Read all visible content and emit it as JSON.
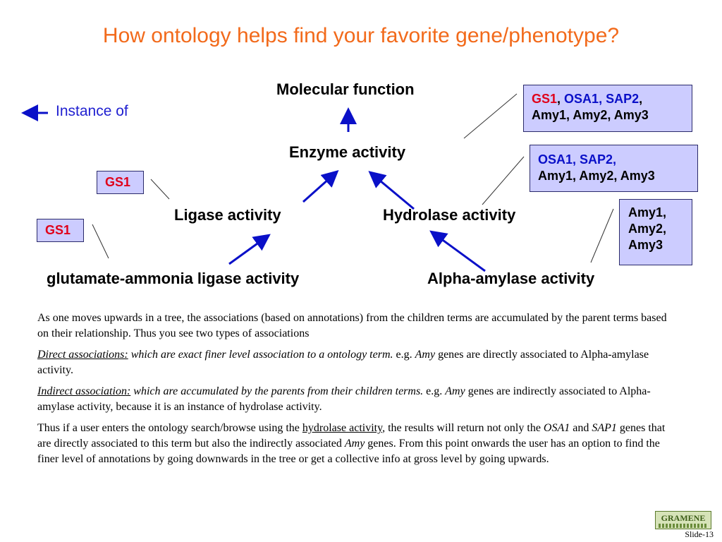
{
  "title": "How ontology helps find your favorite gene/phenotype?",
  "legend": {
    "label": "Instance  of"
  },
  "terms": {
    "molecular_function": "Molecular function",
    "enzyme_activity": "Enzyme activity",
    "ligase_activity": "Ligase activity",
    "hydrolase_activity": "Hydrolase activity",
    "glutamate_ammonia_ligase_activity": "glutamate-ammonia ligase activity",
    "alpha_amylase_activity": "Alpha-amylase activity"
  },
  "gene_boxes": {
    "molecular_function": {
      "red": "GS1",
      "sep": ", ",
      "blue": "OSA1, SAP2",
      "sep2": ",",
      "black": "Amy1, Amy2, Amy3"
    },
    "hydrolase": {
      "blue": "OSA1, SAP2,",
      "black": "Amy1, Amy2, Amy3"
    },
    "alpha_amylase": {
      "line1": "Amy1,",
      "line2": "Amy2,",
      "line3": "Amy3"
    },
    "ligase": {
      "red": "GS1"
    },
    "glutamate": {
      "red": "GS1"
    }
  },
  "text": {
    "p1": "As one moves upwards in a tree, the associations (based on annotations) from the children terms are accumulated by the parent terms based on their relationship. Thus you see two types of associations",
    "p2_label": "Direct associations:",
    "p2_def": " which are exact finer level association to a ontology term.",
    "p2_eg": " e.g. ",
    "p2_gene": "Amy",
    "p2_rest": " genes are directly associated to Alpha-amylase activity.",
    "p3_label": "Indirect association:",
    "p3_def": " which are accumulated by the parents from their children terms.",
    "p3_eg": " e.g. ",
    "p3_gene": "Amy",
    "p3_rest": " genes are indirectly associated to Alpha-amylase activity, because it is an instance of hydrolase activity.",
    "p4_a": "Thus if a user enters the ontology search/browse using the ",
    "p4_link": "hydrolase activity",
    "p4_b": ", the results will return not only the ",
    "p4_g1": "OSA1",
    "p4_c": " and ",
    "p4_g2": "SAP1",
    "p4_d": " genes that are directly associated to this term but also the indirectly associated ",
    "p4_g3": "Amy",
    "p4_e": " genes. From this point onwards the user has an option to find the finer level of annotations by going downwards in the tree or get a collective info at gross level by going upwards."
  },
  "footer": {
    "logo": "GRAMENE",
    "slide": "Slide-13"
  },
  "colors": {
    "title": "#f26a1b",
    "arrow": "#0a10c8",
    "box_fill": "#ccccff",
    "gene_red": "#e0001a",
    "gene_blue": "#0a10c8"
  }
}
